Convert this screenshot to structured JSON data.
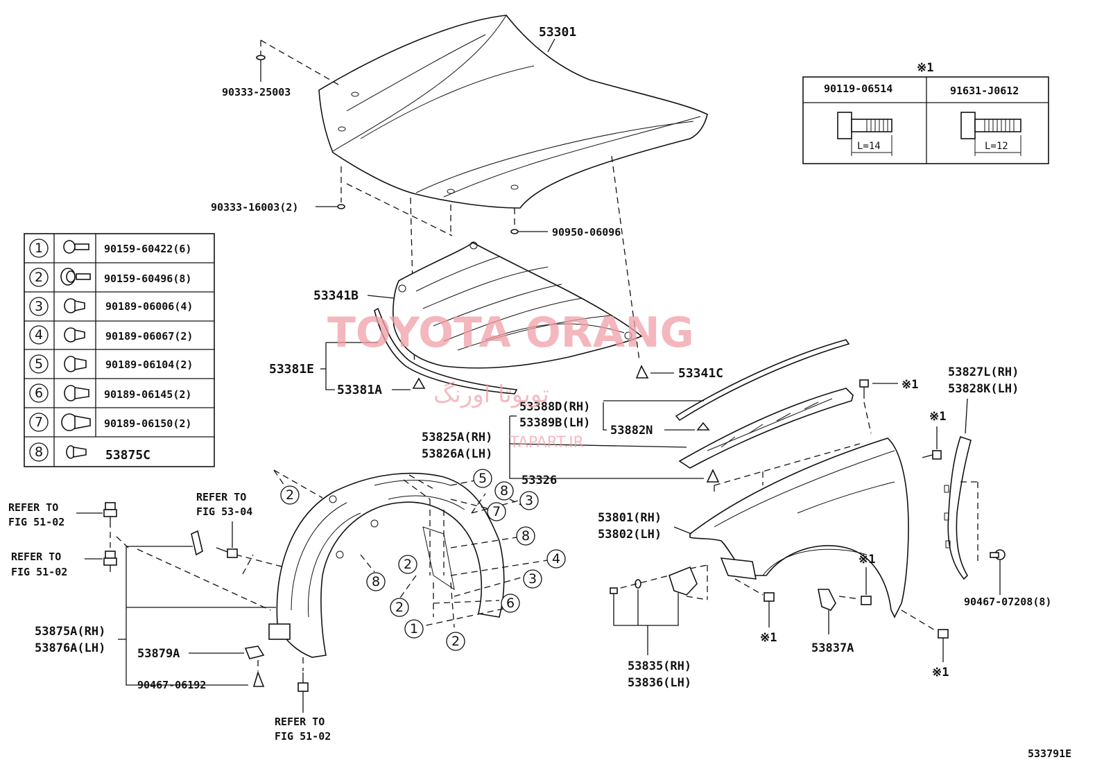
{
  "watermark": {
    "main": "TOYOTA ORANG",
    "persian": "تویوتا اورنگ",
    "site": "TAPART.IR"
  },
  "figure_code": "533791E",
  "legend_table": [
    {
      "num": "1",
      "part": "90159-60422(6)"
    },
    {
      "num": "2",
      "part": "90159-60496(8)"
    },
    {
      "num": "3",
      "part": "90189-06006(4)"
    },
    {
      "num": "4",
      "part": "90189-06067(2)"
    },
    {
      "num": "5",
      "part": "90189-06104(2)"
    },
    {
      "num": "6",
      "part": "90189-06145(2)"
    },
    {
      "num": "7",
      "part": "90189-06150(2)"
    },
    {
      "num": "8",
      "part": "53875C"
    }
  ],
  "bolt_table": {
    "mark": "※1",
    "cols": [
      {
        "part": "90119-06514",
        "length": "L=14"
      },
      {
        "part": "91631-J0612",
        "length": "L=12"
      }
    ]
  },
  "labels": {
    "hood": "53301",
    "hood_bumper": "90333-25003",
    "hood_bumper2": "90333-16003(2)",
    "cushion": "90950-06096",
    "insulator": "53341B",
    "clip_c": "53341C",
    "seal_group": "53381E",
    "seal_clip": "53381A",
    "seal_rh": "53388D(RH)",
    "seal_lh": "53389B(LH)",
    "seal_n": "53882N",
    "bracket_rh": "53825A(RH)",
    "bracket_lh": "53826A(LH)",
    "protector": "53326",
    "fender_rh": "53801(RH)",
    "fender_lh": "53802(LH)",
    "liner_rh": "53875A(RH)",
    "liner_lh": "53876A(LH)",
    "liner_clip": "53879A",
    "liner_fast": "90467-06192",
    "splash_rh": "53827L(RH)",
    "splash_lh": "53828K(LH)",
    "splash_clip": "90467-07208(8)",
    "bracket2_rh": "53835(RH)",
    "bracket2_lh": "53836(LH)",
    "bracket3": "53837A",
    "ref1_a": "REFER TO",
    "ref1_b": "FIG 51-02",
    "ref2_a": "REFER TO",
    "ref2_b": "FIG 51-02",
    "ref3_a": "REFER TO",
    "ref3_b": "FIG 53-04",
    "ref4_a": "REFER TO",
    "ref4_b": "FIG 51-02",
    "mark1": "※1",
    "mark2": "※1",
    "mark3": "※1",
    "mark4": "※1",
    "mark5": "※1"
  },
  "callouts": {
    "c1": "1",
    "c2a": "2",
    "c2b": "2",
    "c2c": "2",
    "c2d": "2",
    "c3a": "3",
    "c3b": "3",
    "c4": "4",
    "c5": "5",
    "c6": "6",
    "c7": "7",
    "c8a": "8",
    "c8b": "8",
    "c8c": "8"
  }
}
